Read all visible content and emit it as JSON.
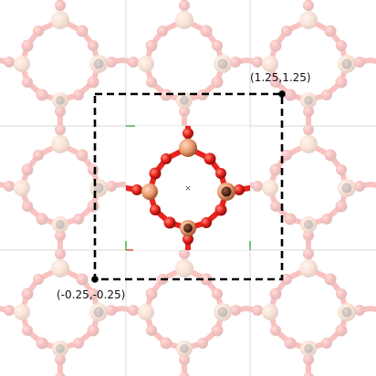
{
  "viewer": {
    "corner_top_right_label": "(1.25,1.25)",
    "corner_bottom_left_label": "(-0.25,-0.25)",
    "center_marker": "×"
  },
  "colors": {
    "background": "#ffffff",
    "oxygen": "#e8231c",
    "oxygen_dark": "#a11410",
    "metal": "#e99a6f",
    "metal_dark": "#5a2a16",
    "selection_border": "#000000",
    "axis_green": "#19a319",
    "axis_red": "#d92020"
  },
  "icons": {
    "corner_handle": "filled-circle"
  }
}
